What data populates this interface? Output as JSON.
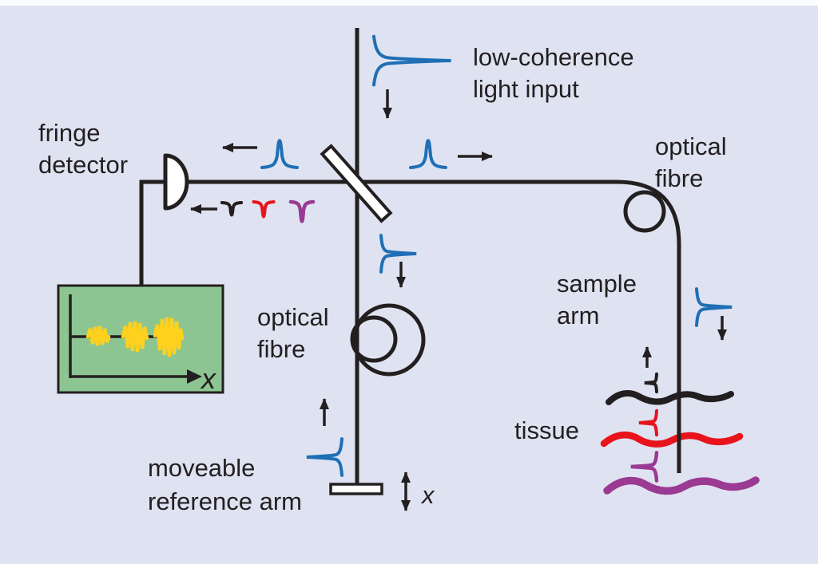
{
  "figure": {
    "background_color": "#dfe2f1",
    "line_color": "#231f20",
    "pulse_color": "#1e6fb5",
    "component_fill": "#ffffff"
  },
  "labels": {
    "fringe_detector": {
      "line1": "fringe",
      "line2": "detector"
    },
    "light_input": {
      "line1": "low-coherence",
      "line2": "light input"
    },
    "optical_fibre_sample": {
      "line1": "optical",
      "line2": "fibre"
    },
    "optical_fibre_reference": {
      "line1": "optical",
      "line2": "fibre"
    },
    "sample_arm": {
      "line1": "sample",
      "line2": "arm"
    },
    "tissue": "tissue",
    "reference_arm": {
      "line1": "moveable",
      "line2": "reference arm"
    },
    "mirror_axis": "x",
    "fringe_axis": "x"
  },
  "fringe_display": {
    "background_color": "#8dc592",
    "trace_color": "#fdd11e",
    "packet_count": 3,
    "packet_amplitudes": [
      "small",
      "medium",
      "large"
    ],
    "axis_label": "x"
  },
  "tissue_layers": [
    {
      "index": 1,
      "color": "#231f20",
      "reflected_pulse_size": "small"
    },
    {
      "index": 2,
      "color": "#e8131b",
      "reflected_pulse_size": "medium"
    },
    {
      "index": 3,
      "color": "#9a3a92",
      "reflected_pulse_size": "large"
    }
  ]
}
